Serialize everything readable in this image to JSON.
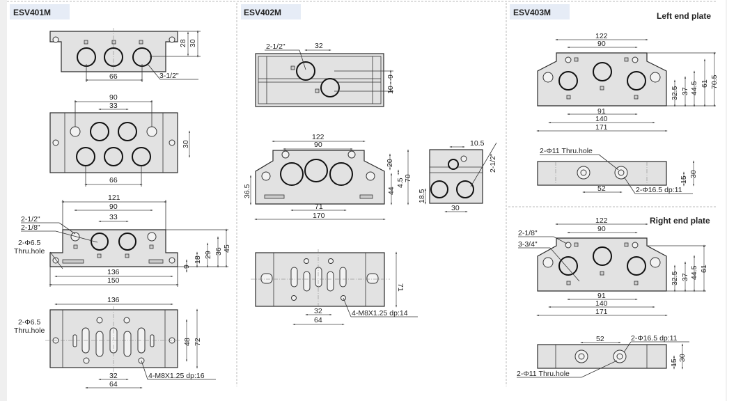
{
  "colors": {
    "body_fill": "#e2e2e2",
    "title_bg": "#e6ecf6",
    "line": "#2a2a2a"
  },
  "esv401m": {
    "title": "ESV401M",
    "view1": {
      "d66": "66",
      "d28": "28",
      "d30": "30",
      "port": "3-1/2\""
    },
    "view2": {
      "d90": "90",
      "d33": "33",
      "d66": "66",
      "d30": "30"
    },
    "view3": {
      "d121": "121",
      "d90": "90",
      "d33": "33",
      "d136": "136",
      "d150": "150",
      "d9": "9",
      "d18": "18",
      "d29": "29",
      "d36": "36",
      "d45": "45",
      "l1": "2-1/2\"",
      "l2": "2-1/8\"",
      "l3": "2-Φ6.5",
      "l4": "Thru.hole"
    },
    "view4": {
      "d136": "136",
      "d48": "48",
      "d72": "72",
      "d32": "32",
      "d64": "64",
      "l1": "2-Φ6.5",
      "l2": "Thru.hole",
      "thread": "4-M8X1.25 dp:16"
    }
  },
  "esv402m": {
    "title": "ESV402M",
    "view1": {
      "port": "2-1/2\"",
      "d32": "32",
      "d9": "9",
      "d10": "10"
    },
    "view2": {
      "d122": "122",
      "d90": "90",
      "d71": "71",
      "d170": "170",
      "d36_5": "36.5",
      "d20": "20",
      "d44": "44",
      "d4_5": "4.5",
      "d70": "70"
    },
    "side": {
      "d10_5": "10.5",
      "port": "2-1/2\"",
      "d18_5": "18.5",
      "d30": "30"
    },
    "view3": {
      "d71": "71",
      "d32": "32",
      "d64": "64",
      "thread": "4-M8X1.25 dp:14"
    }
  },
  "esv403m": {
    "title": "ESV403M",
    "left": {
      "label": "Left end plate",
      "d122": "122",
      "d90": "90",
      "d91": "91",
      "d140": "140",
      "d171": "171",
      "d32_5": "32.5",
      "d37": "37",
      "d44_5": "44.5",
      "d61": "61",
      "d70_5": "70.5"
    },
    "left_side": {
      "hole": "2-Φ11 Thru.hole",
      "d52": "52",
      "cbore": "2-Φ16.5 dp:11",
      "d15": "15",
      "d30": "30"
    },
    "right": {
      "label": "Right end plate",
      "d122": "122",
      "d90": "90",
      "d91": "91",
      "d140": "140",
      "d171": "171",
      "d32_5": "32.5",
      "d37": "37",
      "d44_5": "44.5",
      "d61": "61",
      "l1": "2-1/8\"",
      "l2": "3-3/4\""
    },
    "right_side": {
      "d52": "52",
      "cbore": "2-Φ16.5 dp:11",
      "hole": "2-Φ11 Thru.hole",
      "d15": "15",
      "d30": "30"
    }
  }
}
